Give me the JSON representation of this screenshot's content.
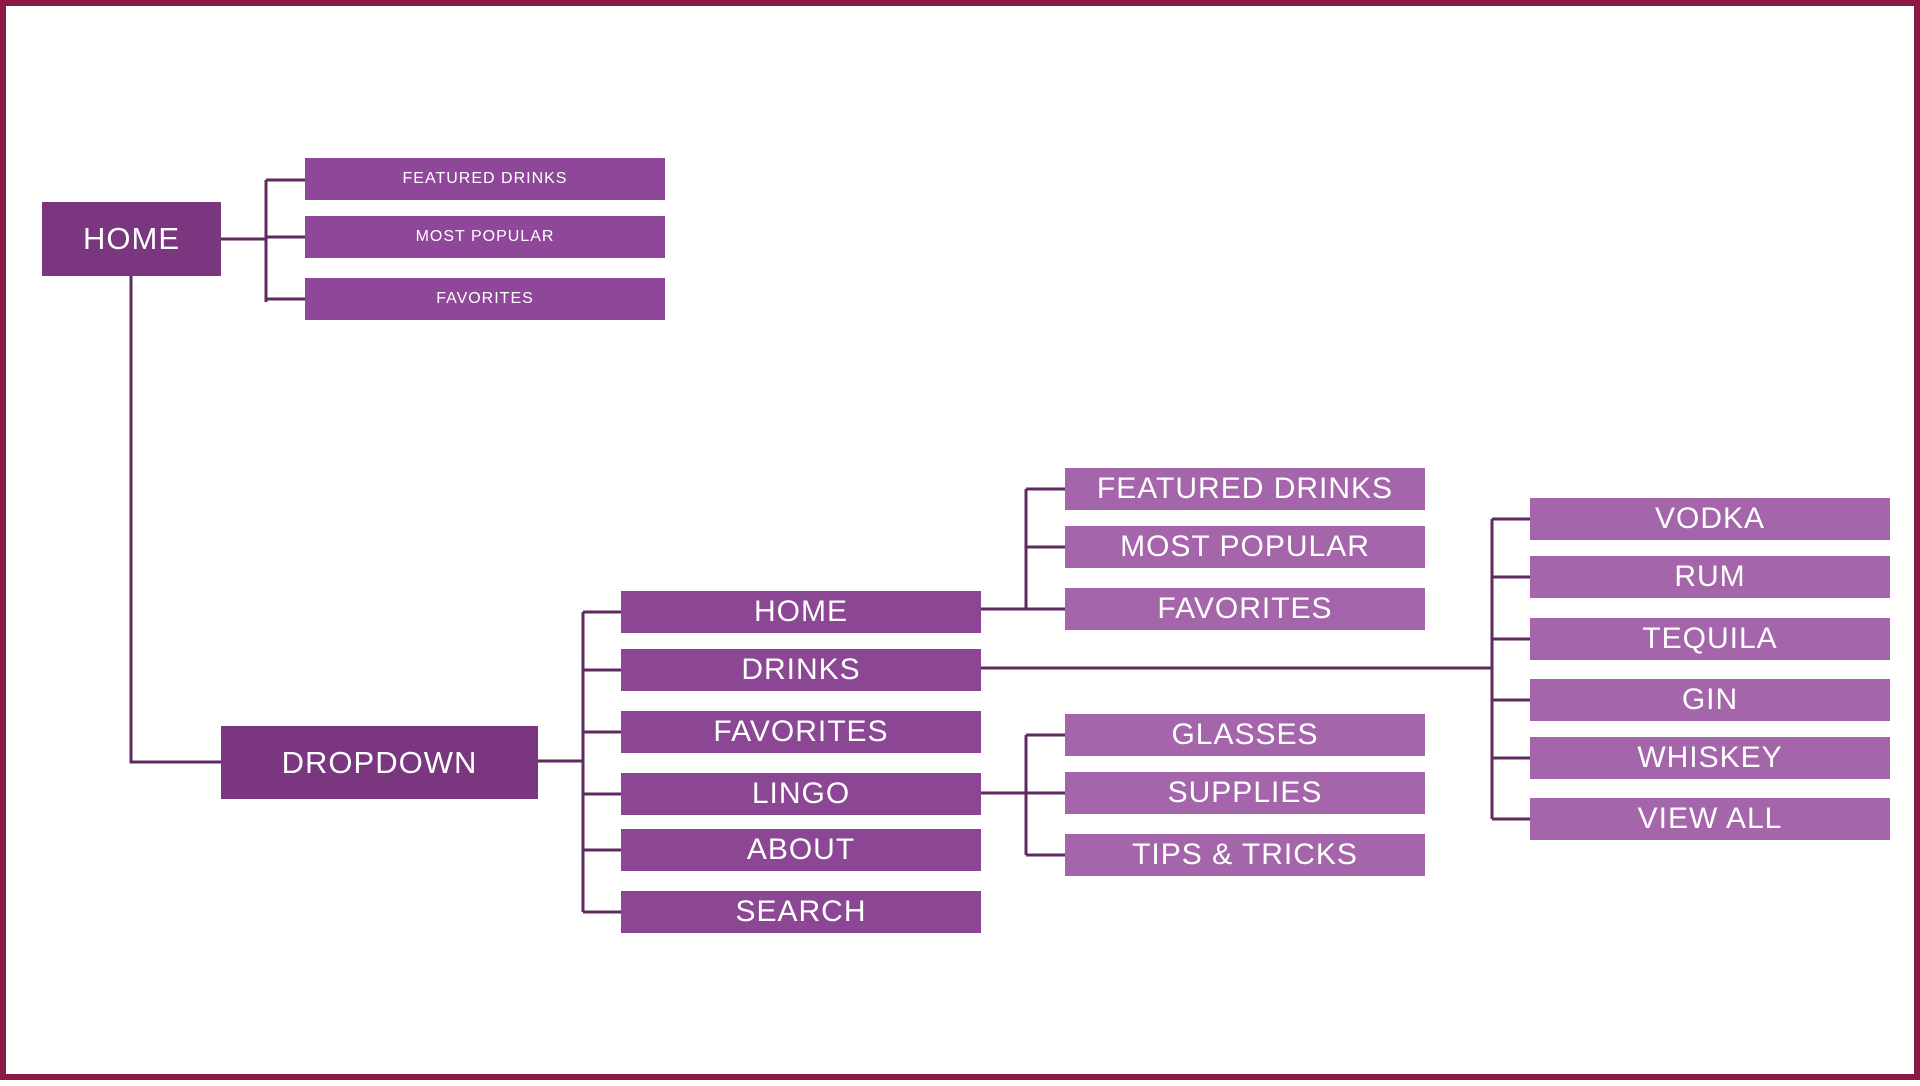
{
  "colors": {
    "frame_border": "#8a1a45",
    "root_fill": "#7b3680",
    "level1_fill": "#8b4694",
    "level2_fill": "#a565aa",
    "connector": "#5e2a5f"
  },
  "diagram": {
    "root": {
      "label": "HOME",
      "children": [
        {
          "label": "FEATURED DRINKS"
        },
        {
          "label": "MOST POPULAR"
        },
        {
          "label": "FAVORITES"
        }
      ]
    },
    "dropdown": {
      "label": "DROPDOWN",
      "children": [
        {
          "label": "HOME",
          "children": [
            {
              "label": "FEATURED DRINKS"
            },
            {
              "label": "MOST POPULAR"
            },
            {
              "label": "FAVORITES"
            }
          ]
        },
        {
          "label": "DRINKS",
          "children": [
            {
              "label": "VODKA"
            },
            {
              "label": "RUM"
            },
            {
              "label": "TEQUILA"
            },
            {
              "label": "GIN"
            },
            {
              "label": "WHISKEY"
            },
            {
              "label": "VIEW ALL"
            }
          ]
        },
        {
          "label": "FAVORITES"
        },
        {
          "label": "LINGO",
          "children": [
            {
              "label": "GLASSES"
            },
            {
              "label": "SUPPLIES"
            },
            {
              "label": "TIPS & TRICKS"
            }
          ]
        },
        {
          "label": "ABOUT"
        },
        {
          "label": "SEARCH"
        }
      ]
    }
  }
}
